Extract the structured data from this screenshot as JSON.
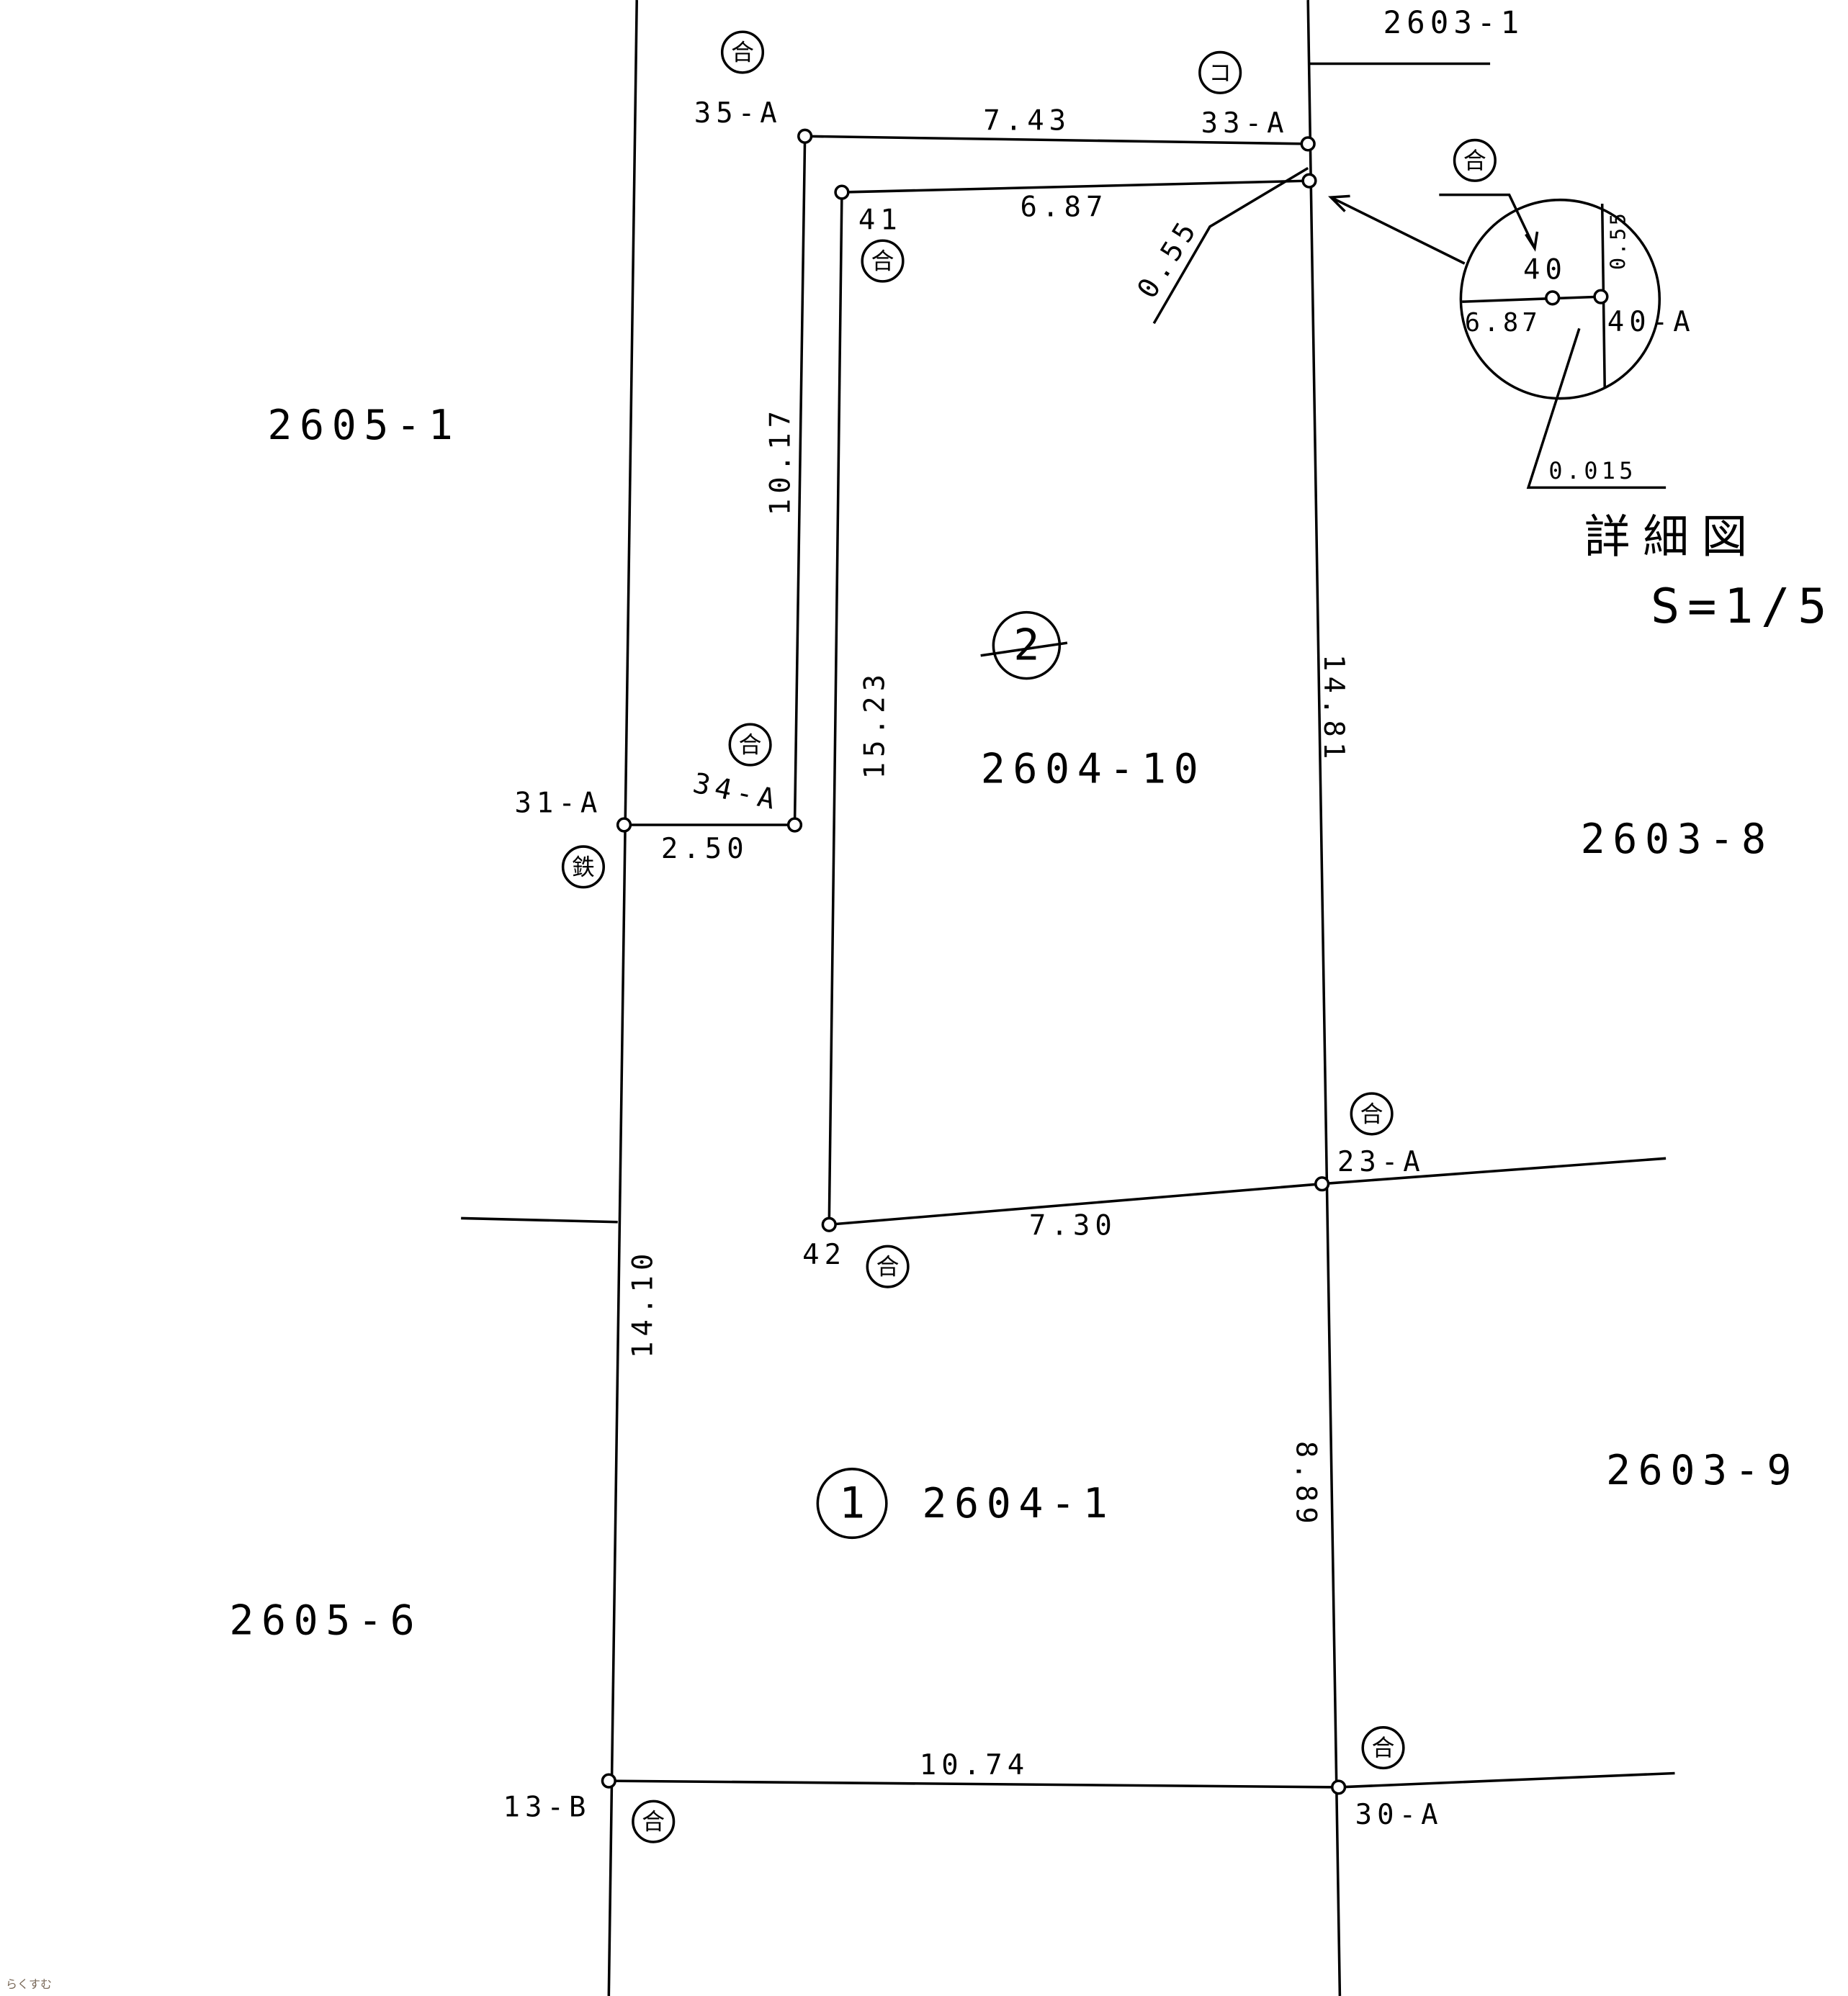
{
  "parcels": {
    "p2605_1": "2605-1",
    "p2605_6": "2605-6",
    "p2603_1": "2603-1",
    "p2603_8": "2603-8",
    "p2603_9": "2603-9",
    "p2604_10": "2604-10",
    "p2604_1": "2604-1"
  },
  "parcel_markers": {
    "one": "1",
    "two": "2"
  },
  "points": {
    "p35A": "35-A",
    "p33A": "33-A",
    "p41": "41",
    "p34A": "34-A",
    "p31A": "31-A",
    "p42": "42",
    "p23A": "23-A",
    "p13B": "13-B",
    "p30A": "30-A"
  },
  "distances": {
    "d743": "7.43",
    "d687": "6.87",
    "d055": "0.55",
    "d1017": "10.17",
    "d1523": "15.23",
    "d1481": "14.81",
    "d250": "2.50",
    "d730": "7.30",
    "d1410": "14.10",
    "d889": "8.89",
    "d1074": "10.74"
  },
  "marker_symbols": {
    "go": "合",
    "tetsu": "鉄",
    "ko": "コ"
  },
  "detail": {
    "point40": "40",
    "point40A": "40-A",
    "d687": "6.87",
    "d055": "0.55",
    "d0015": "0.015",
    "title": "詳細図",
    "scale": "S=1/5"
  },
  "watermark": "らくすむ"
}
